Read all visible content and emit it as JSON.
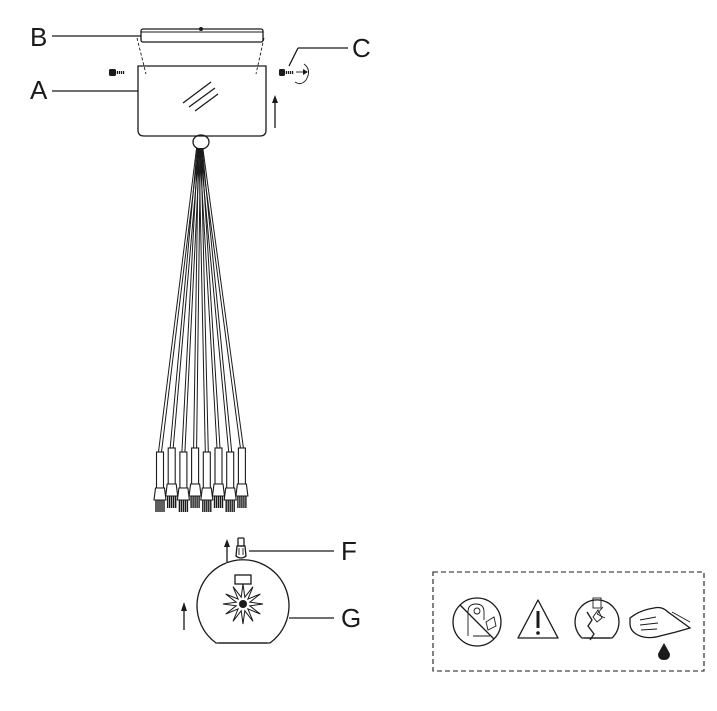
{
  "diagram": {
    "labels": {
      "a": "A",
      "b": "B",
      "c": "C",
      "f": "F",
      "g": "G"
    },
    "cable_count": 8,
    "colors": {
      "line": "#1a1a1a",
      "background": "#ffffff"
    },
    "warning_icons": [
      "no-children-icon",
      "caution-triangle-icon",
      "broken-globe-icon",
      "hand-drip-icon"
    ]
  }
}
